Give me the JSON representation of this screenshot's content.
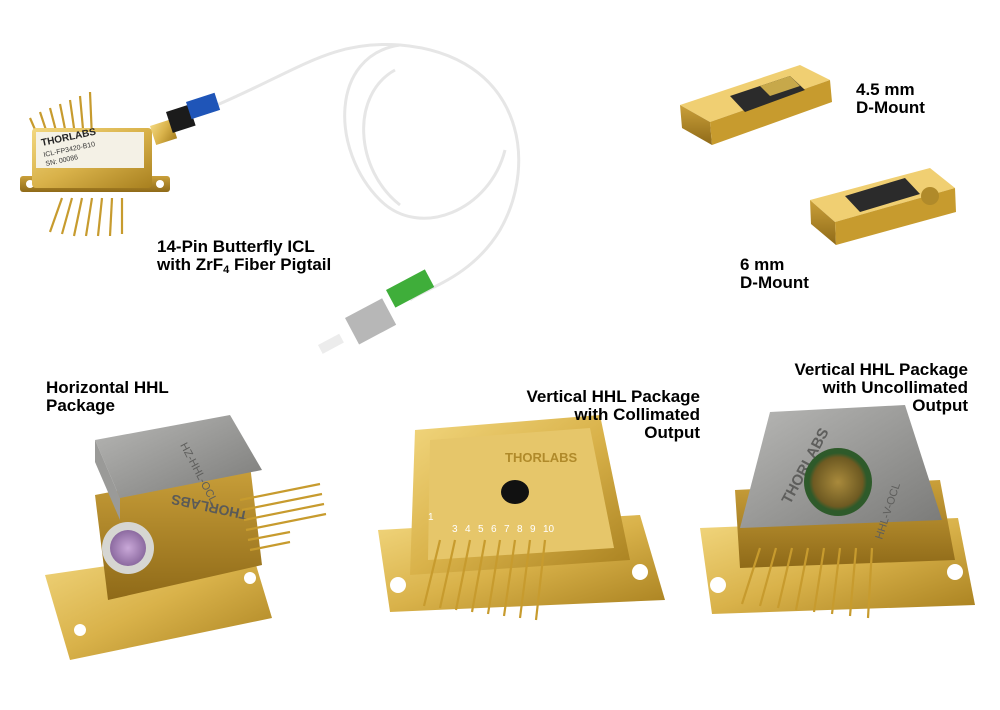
{
  "labels": {
    "butterfly": {
      "line1": "14-Pin Butterfly ICL",
      "line2_prefix": "with ZrF",
      "line2_sub": "4",
      "line2_suffix": " Fiber Pigtail"
    },
    "dmount_45": {
      "line1": "4.5 mm",
      "line2": "D-Mount"
    },
    "dmount_6": {
      "line1": "6 mm",
      "line2": "D-Mount"
    },
    "horizontal": {
      "line1": "Horizontal HHL",
      "line2": "Package"
    },
    "vertical_collimated": {
      "line1": "Vertical HHL Package",
      "line2": "with Collimated",
      "line3": "Output"
    },
    "vertical_uncollimated": {
      "line1": "Vertical HHL Package",
      "line2": "with Uncollimated",
      "line3": "Output"
    }
  },
  "product_markings": {
    "brand": "THORLABS",
    "butterfly_part": "ICL-FP3420-B10",
    "butterfly_serial": "SN: 00086",
    "horizontal_part": "HZ-HHL-OCL",
    "vertical_part": "HHL-V-OCL",
    "pin_numbers": [
      "1",
      "3",
      "4",
      "5",
      "6",
      "7",
      "8",
      "9",
      "10"
    ]
  },
  "colors": {
    "gold": "#d9b24a",
    "gold_dark": "#a8801f",
    "steel": "#8e8e8c",
    "fiber_blue": "#1f55b8",
    "fiber_green": "#3fae3a"
  }
}
